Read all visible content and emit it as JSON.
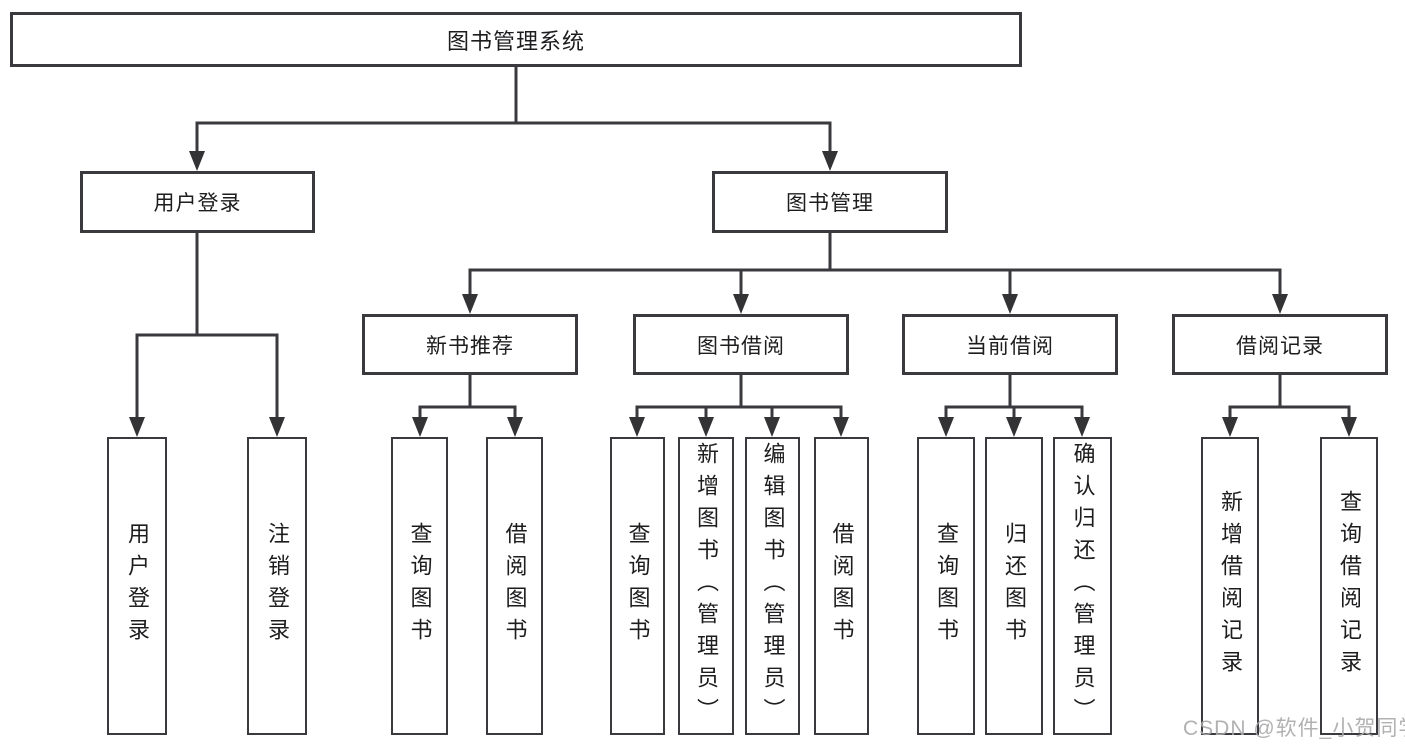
{
  "tree": {
    "root": "图书管理系统",
    "branches": [
      {
        "label": "用户登录",
        "leaves": [
          "用户登录",
          "注销登录"
        ]
      },
      {
        "label": "图书管理",
        "groups": [
          {
            "label": "新书推荐",
            "leaves": [
              "查询图书",
              "借阅图书"
            ]
          },
          {
            "label": "图书借阅",
            "leaves": [
              "查询图书",
              "新增图书（管理员）",
              "编辑图书（管理员）",
              "借阅图书"
            ]
          },
          {
            "label": "当前借阅",
            "leaves": [
              "查询图书",
              "归还图书",
              "确认归还（管理员）"
            ]
          },
          {
            "label": "借阅记录",
            "leaves": [
              "新增借阅记录",
              "查询借阅记录"
            ]
          }
        ]
      }
    ]
  },
  "watermark": {
    "text": "CSDN @软件_小贺同学"
  },
  "colors": {
    "line": "#3a3a3e",
    "box_border": "#3a3a3e",
    "text": "#1d1d1f",
    "watermark": "#a8a8aa",
    "background": "#ffffff"
  }
}
